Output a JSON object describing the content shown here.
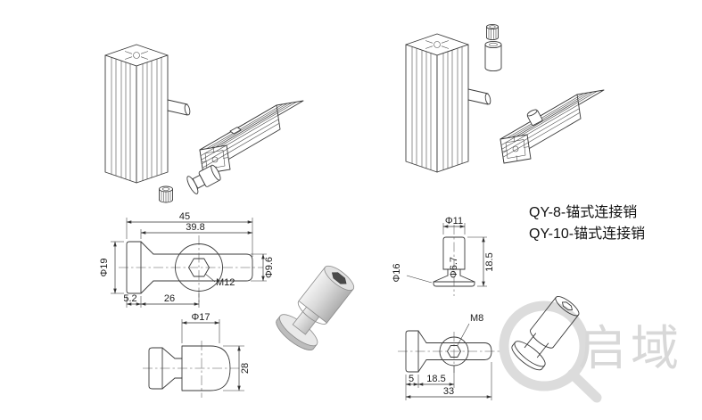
{
  "products": {
    "qy8_label": "QY-8-锚式连接销",
    "qy10_label": "QY-10-锚式连接销"
  },
  "watermark": {
    "text": "启域"
  },
  "colors": {
    "line": "#3a3a3a",
    "watermark": "#d8d8d8",
    "background": "#ffffff"
  },
  "drawings": {
    "qy10_side": {
      "overall_length": "45",
      "body_length": "39.8",
      "head_diameter": "Φ19",
      "shaft_diameter": "Φ9.6",
      "socket_thread": "M12",
      "head_thickness": "5.2",
      "anchor_center_distance": "26"
    },
    "qy10_top": {
      "anchor_diameter": "Φ17",
      "anchor_length": "28"
    },
    "qy8_front": {
      "anchor_diameter": "Φ11",
      "head_diameter": "Φ16",
      "anchor_length": "18.5",
      "shaft_diameter": "Φ6.7"
    },
    "qy8_side": {
      "socket_thread": "M8",
      "head_thickness": "5",
      "anchor_center_distance": "18.5",
      "overall_length": "33"
    }
  }
}
